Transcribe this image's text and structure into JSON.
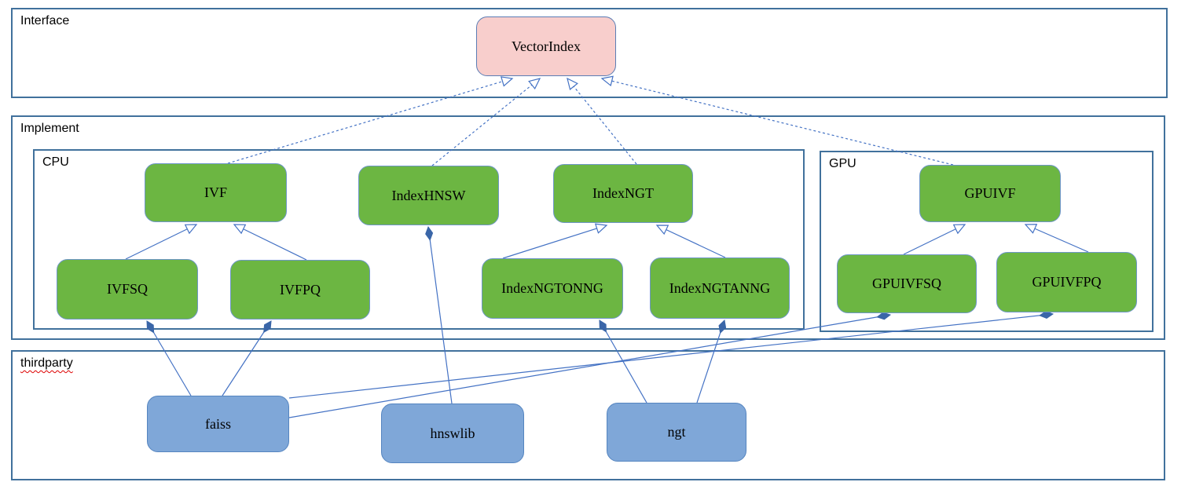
{
  "diagram": {
    "containers": [
      {
        "id": "interface",
        "label": "Interface"
      },
      {
        "id": "implement",
        "label": "Implement"
      },
      {
        "id": "cpu",
        "label": "CPU"
      },
      {
        "id": "gpu",
        "label": "GPU"
      },
      {
        "id": "thirdparty",
        "label": "thirdparty",
        "spellcheck_underline": true
      }
    ],
    "nodes": [
      {
        "id": "vectorindex",
        "label": "VectorIndex",
        "group": "interface",
        "color": "pink"
      },
      {
        "id": "ivf",
        "label": "IVF",
        "group": "cpu",
        "color": "green"
      },
      {
        "id": "indexhnsw",
        "label": "IndexHNSW",
        "group": "cpu",
        "color": "green"
      },
      {
        "id": "indexngt",
        "label": "IndexNGT",
        "group": "cpu",
        "color": "green"
      },
      {
        "id": "gpuivf",
        "label": "GPUIVF",
        "group": "gpu",
        "color": "green"
      },
      {
        "id": "ivfsq",
        "label": "IVFSQ",
        "group": "cpu",
        "color": "green"
      },
      {
        "id": "ivfpq",
        "label": "IVFPQ",
        "group": "cpu",
        "color": "green"
      },
      {
        "id": "indexngtonng",
        "label": "IndexNGTONNG",
        "group": "cpu",
        "color": "green"
      },
      {
        "id": "indexngtanng",
        "label": "IndexNGTANNG",
        "group": "cpu",
        "color": "green"
      },
      {
        "id": "gpuivfsq",
        "label": "GPUIVFSQ",
        "group": "gpu",
        "color": "green"
      },
      {
        "id": "gpuivfpq",
        "label": "GPUIVFPQ",
        "group": "gpu",
        "color": "green"
      },
      {
        "id": "faiss",
        "label": "faiss",
        "group": "thirdparty",
        "color": "blue"
      },
      {
        "id": "hnswlib",
        "label": "hnswlib",
        "group": "thirdparty",
        "color": "blue"
      },
      {
        "id": "ngt",
        "label": "ngt",
        "group": "thirdparty",
        "color": "blue"
      }
    ],
    "edges": [
      {
        "from": "ivf",
        "to": "vectorindex",
        "type": "realization-dashed-hollow-arrow"
      },
      {
        "from": "indexhnsw",
        "to": "vectorindex",
        "type": "realization-dashed-hollow-arrow"
      },
      {
        "from": "indexngt",
        "to": "vectorindex",
        "type": "realization-dashed-hollow-arrow"
      },
      {
        "from": "gpuivf",
        "to": "vectorindex",
        "type": "realization-dashed-hollow-arrow"
      },
      {
        "from": "ivfsq",
        "to": "ivf",
        "type": "generalization-hollow-arrow"
      },
      {
        "from": "ivfpq",
        "to": "ivf",
        "type": "generalization-hollow-arrow"
      },
      {
        "from": "indexngtonng",
        "to": "indexngt",
        "type": "generalization-hollow-arrow"
      },
      {
        "from": "indexngtanng",
        "to": "indexngt",
        "type": "generalization-hollow-arrow"
      },
      {
        "from": "gpuivfsq",
        "to": "gpuivf",
        "type": "generalization-hollow-arrow"
      },
      {
        "from": "gpuivfpq",
        "to": "gpuivf",
        "type": "generalization-hollow-arrow"
      },
      {
        "from": "faiss",
        "to": "ivfsq",
        "type": "composition-filled-diamond"
      },
      {
        "from": "faiss",
        "to": "ivfpq",
        "type": "composition-filled-diamond"
      },
      {
        "from": "faiss",
        "to": "gpuivfpq",
        "type": "composition-filled-diamond"
      },
      {
        "from": "faiss",
        "to": "gpuivfsq",
        "type": "composition-filled-diamond"
      },
      {
        "from": "hnswlib",
        "to": "indexhnsw",
        "type": "composition-filled-diamond"
      },
      {
        "from": "ngt",
        "to": "indexngtonng",
        "type": "composition-filled-diamond"
      },
      {
        "from": "ngt",
        "to": "indexngtanng",
        "type": "composition-filled-diamond"
      }
    ],
    "colors": {
      "container_border": "#41719C",
      "edge_line": "#4472C4",
      "diamond_fill": "#3A66A8",
      "node_green_fill": "#6CB642",
      "node_pink_fill": "#F8CECC",
      "node_blue_fill": "#7FA7D8",
      "text": "#000000",
      "background": "#FFFFFF"
    }
  }
}
